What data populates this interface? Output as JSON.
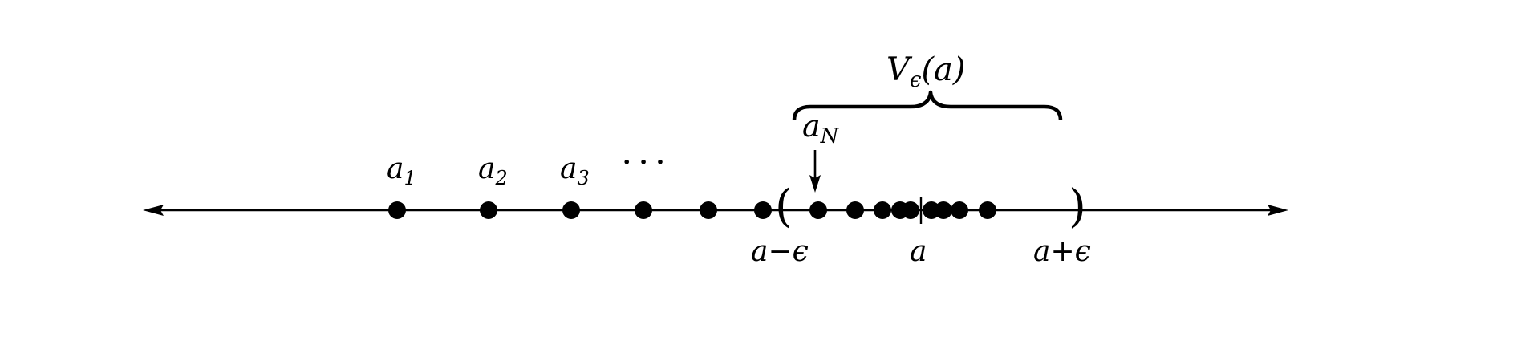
{
  "diagram": {
    "neighborhood_label": {
      "base": "V",
      "sub": "ϵ",
      "rest": "(a)"
    },
    "arrow_label": {
      "base": "a",
      "sub": "N"
    },
    "seq_labels": [
      {
        "base": "a",
        "sub": "1"
      },
      {
        "base": "a",
        "sub": "2"
      },
      {
        "base": "a",
        "sub": "3"
      }
    ],
    "ellipsis": "· · ·",
    "left_paren": "(",
    "right_paren": ")",
    "left_endpoint_label": "a−ϵ",
    "center_label": "a",
    "right_endpoint_label": "a+ϵ",
    "colors": {
      "ink": "#000000",
      "background": "#ffffff"
    }
  }
}
